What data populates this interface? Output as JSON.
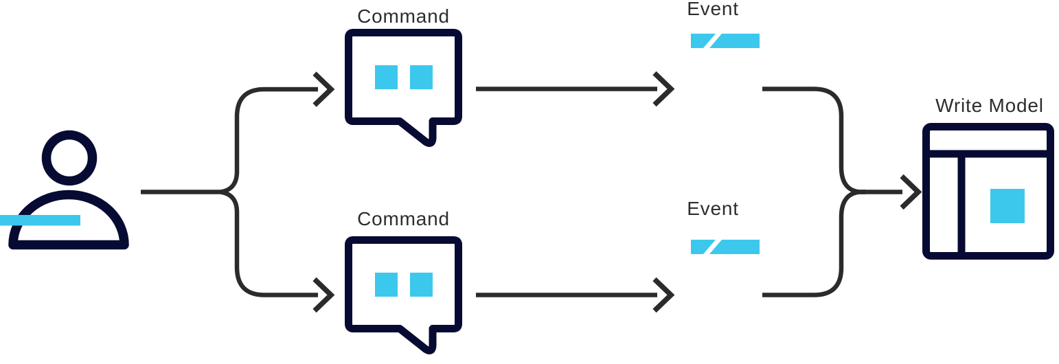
{
  "colors": {
    "background": "#ffffff",
    "navy": "#070b33",
    "cyan": "#3cc8ec",
    "arrow": "#2b2b2b",
    "label": "#2d2d2d"
  },
  "diagram": {
    "type": "flow-diagram",
    "labels": {
      "command_top": "Command",
      "command_bottom": "Command",
      "event_top": "Event",
      "event_bottom": "Event",
      "write_model": "Write Model"
    },
    "icons": [
      {
        "name": "user-icon"
      },
      {
        "name": "command-bubble-icon-top"
      },
      {
        "name": "command-bubble-icon-bottom"
      },
      {
        "name": "event-slash-icon-top"
      },
      {
        "name": "event-slash-icon-bottom"
      },
      {
        "name": "write-model-window-icon"
      }
    ],
    "edges": [
      {
        "from": "user",
        "to": "command_top"
      },
      {
        "from": "user",
        "to": "command_bottom"
      },
      {
        "from": "command_top",
        "to": "event_top"
      },
      {
        "from": "command_bottom",
        "to": "event_bottom"
      },
      {
        "from": "event_top",
        "to": "write_model"
      },
      {
        "from": "event_bottom",
        "to": "write_model"
      }
    ]
  }
}
